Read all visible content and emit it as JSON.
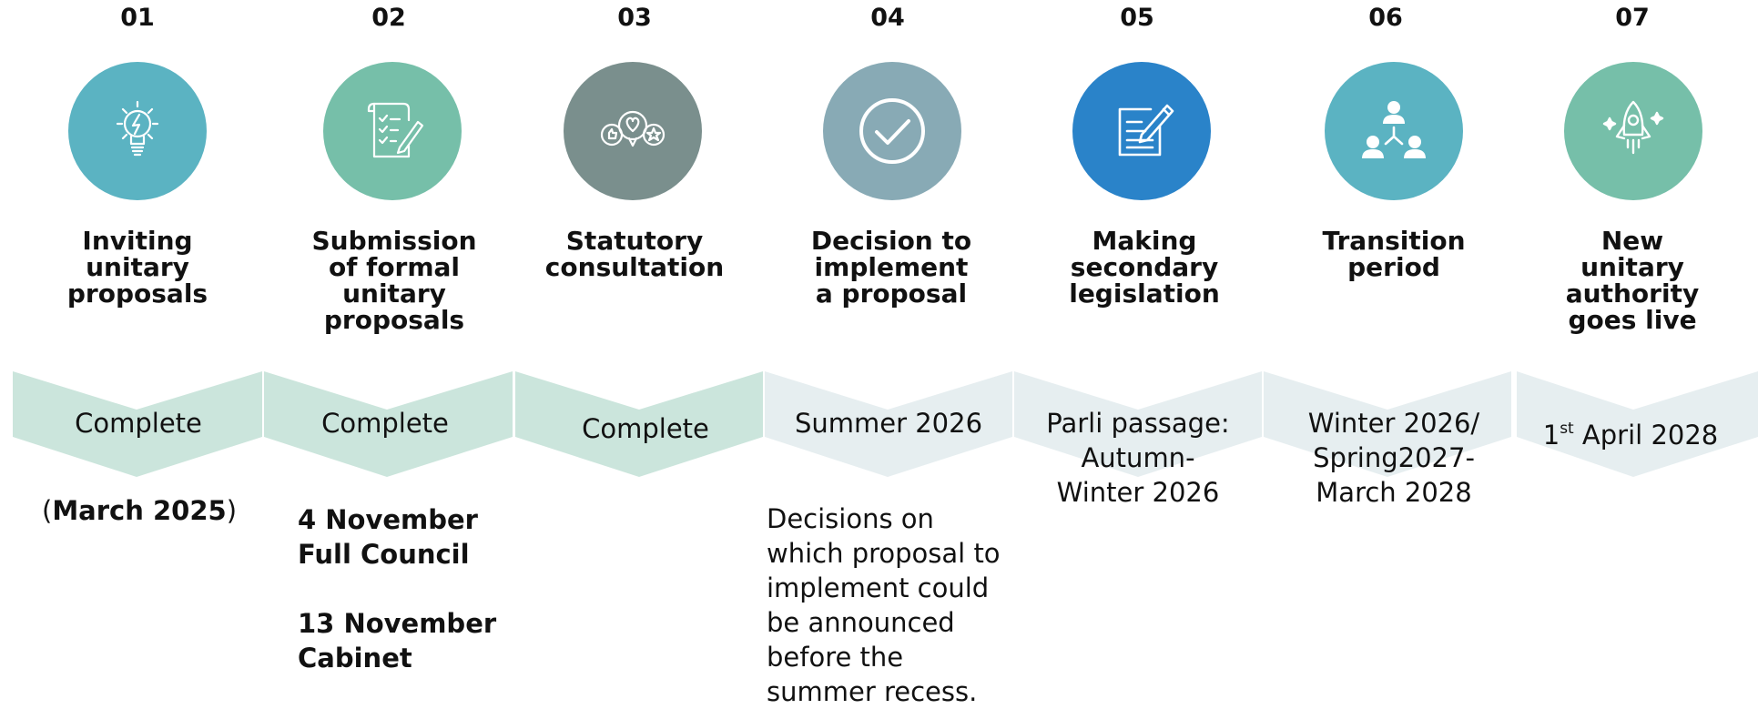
{
  "steps": [
    {
      "number": "01",
      "title": [
        "Inviting",
        "unitary",
        "proposals"
      ],
      "status": [
        "Complete"
      ],
      "icon": "lightbulb-icon",
      "color": "#5bb3c2"
    },
    {
      "number": "02",
      "title": [
        "Submission",
        "of formal",
        "unitary",
        "proposals"
      ],
      "status": [
        "Complete"
      ],
      "icon": "checklist-icon",
      "color": "#76bfa9"
    },
    {
      "number": "03",
      "title": [
        "Statutory",
        "consultation"
      ],
      "status": [
        "Complete"
      ],
      "icon": "feedback-bubbles-icon",
      "color": "#7a8f8d"
    },
    {
      "number": "04",
      "title": [
        "Decision to",
        "implement",
        "a proposal"
      ],
      "status": [
        "Summer 2026"
      ],
      "icon": "checkmark-icon",
      "color": "#88aab5"
    },
    {
      "number": "05",
      "title": [
        "Making",
        "secondary",
        "legislation"
      ],
      "status": [
        "Parli passage:",
        "Autumn-",
        "Winter 2026"
      ],
      "icon": "document-pen-icon",
      "color": "#2a83c9"
    },
    {
      "number": "06",
      "title": [
        "Transition",
        "period"
      ],
      "status": [
        "Winter 2026/",
        "Spring2027-",
        "March 2028"
      ],
      "icon": "people-network-icon",
      "color": "#5bb3c2"
    },
    {
      "number": "07",
      "title": [
        "New",
        "unitary",
        "authority",
        "goes live"
      ],
      "status_sup_prefix": "1",
      "status_sup": "st",
      "status_rest": " April 2028",
      "icon": "rocket-icon",
      "color": "#76bfa9"
    }
  ],
  "notes": {
    "step1_date_open": "(",
    "step1_date_bold": "March 2025",
    "step1_date_close": ")",
    "step2_line1": "4 November",
    "step2_line2": "Full Council",
    "step2_line3": "13 November",
    "step2_line4": "Cabinet",
    "step4_lines": [
      "Decisions on",
      "which proposal to",
      "implement could",
      "be announced",
      "before the",
      "summer recess."
    ]
  },
  "chevron_colors": {
    "complete": "#cbe5dc",
    "upcoming": "#e6eef0"
  }
}
